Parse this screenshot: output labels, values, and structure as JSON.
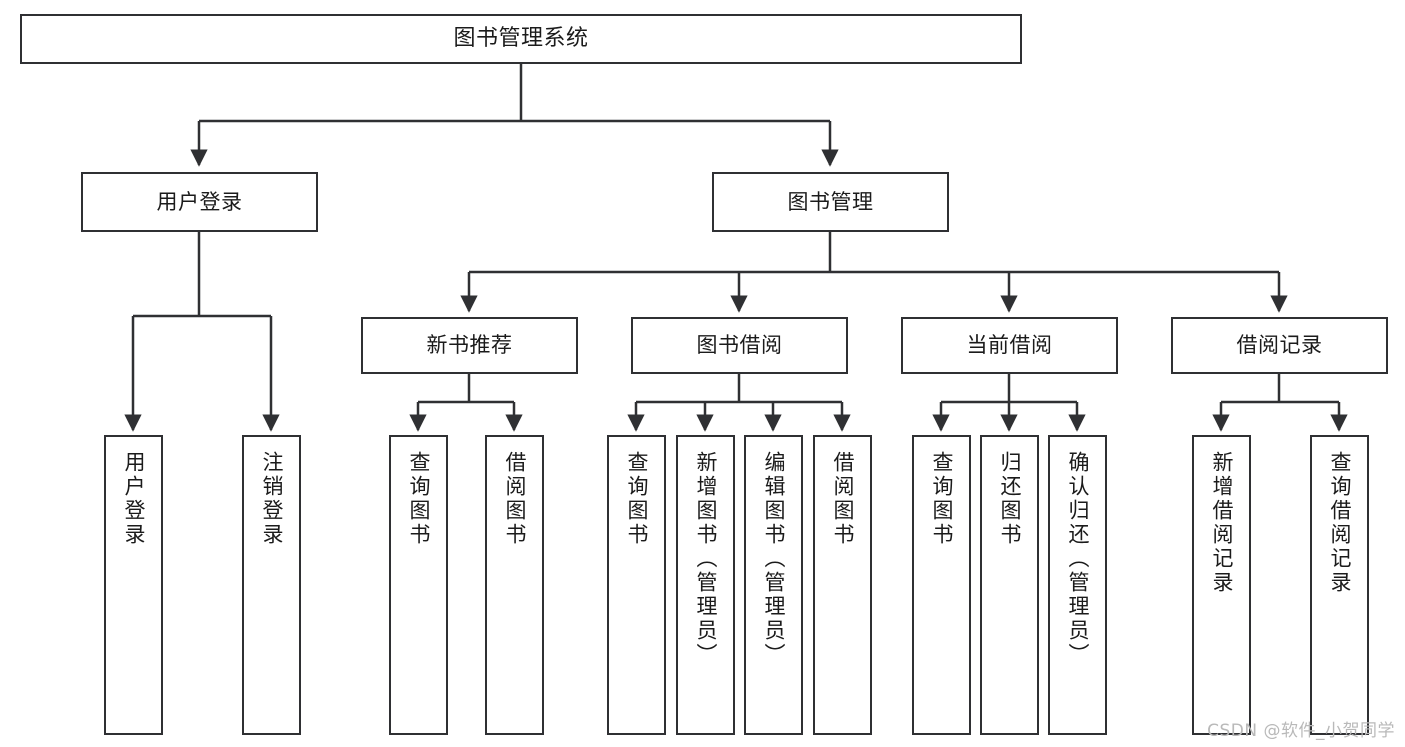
{
  "diagram": {
    "title": "图书管理系统",
    "watermark": "CSDN @软件_小贺同学",
    "line_color": "#2f3033",
    "box_fill": "#ffffff",
    "text_color": "#1b1b1b",
    "watermark_color": "#b9b9b9",
    "type": "tree-hierarchy",
    "levels": 4
  },
  "nodes": {
    "root": {
      "label": "图书管理系统"
    },
    "level2": [
      {
        "label": "用户登录"
      },
      {
        "label": "图书管理"
      }
    ],
    "level3": [
      {
        "label": "新书推荐"
      },
      {
        "label": "图书借阅"
      },
      {
        "label": "当前借阅"
      },
      {
        "label": "借阅记录"
      }
    ],
    "leaves": {
      "user_login": [
        {
          "label": "用户登录"
        },
        {
          "label": "注销登录"
        }
      ],
      "new_book": [
        {
          "label": "查询图书"
        },
        {
          "label": "借阅图书"
        }
      ],
      "book_borrow": [
        {
          "label": "查询图书"
        },
        {
          "label": "新增图书（管理员）"
        },
        {
          "label": "编辑图书（管理员）"
        },
        {
          "label": "借阅图书"
        }
      ],
      "current_borrow": [
        {
          "label": "查询图书"
        },
        {
          "label": "归还图书"
        },
        {
          "label": "确认归还（管理员）"
        }
      ],
      "borrow_record": [
        {
          "label": "新增借阅记录"
        },
        {
          "label": "查询借阅记录"
        }
      ]
    }
  }
}
